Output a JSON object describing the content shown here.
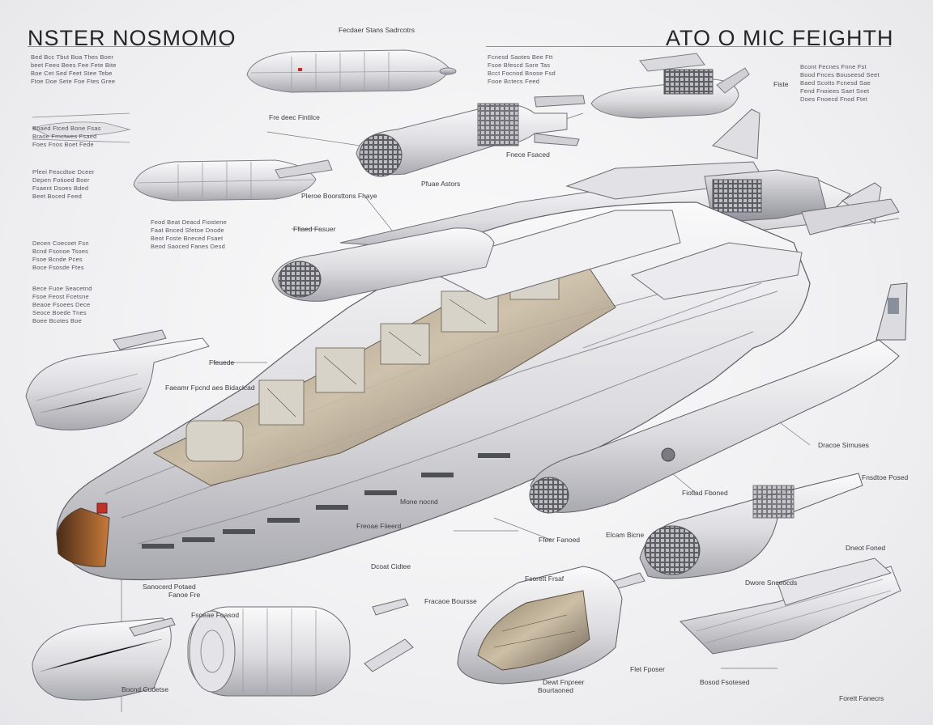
{
  "header": {
    "title_left": "NSTER NOSMOMO",
    "title_right": "ATO O MIC FEIGHTH"
  },
  "labels": {
    "l1": "Fecdaer Stans Sadrcotrs",
    "l2": "Pfuae Astors",
    "l3": "Pleroe Boorsttons Fhaye",
    "l4": "Ffiaed Fasuer",
    "l5": "Ffeuede",
    "l6": "Faeamr Fpcnd aes Bidaclcad",
    "l7": "Fre deec Fintilce",
    "l8": "Mone nocnd",
    "l9": "Freoae Fiieerd",
    "l10": "Ffeer Fanoed",
    "l11": "Elcam Bicne",
    "l12": "Dracoe Sirnuses",
    "l13": "Fiotlad Fboned",
    "l14": "Fnsdtoe Posed",
    "l15": "Dwore Snceocds",
    "l16": "Fsorett Frsaf",
    "l17": "Fracaoe Boursse",
    "l18": "Fsoeae Foasod",
    "l19": "Sanocerd Potaed",
    "l20": "Fanoe Fre",
    "l21": "Bocnd Cudetse",
    "l22": "Dewt Fnpreer",
    "l23": "Bourtaoned",
    "l24": "Flet Fposer",
    "l25": "Fiste",
    "l26": "Fnece Fsaced",
    "l27": "Dcoat Cidtee",
    "l28": "Dneot Foned",
    "l29": "Bosod Fsotesed",
    "l30": "Forett Fanecrs"
  },
  "blocks": {
    "b1": "Bed Bcc Tbut Boa Thes Boer\nbeet Feeo Bees Fee Fete Bite\nBoe Cet Sed Feet Stee Tebe\nFtoe Doe Sete Foe Ftes Gree",
    "b2": "Boaed Ftced Bone Fsas\nBraoe Frnctwes Fsaed\nFoes Fnos Boet Fede",
    "b3": "Pfeei Feocdtoe Dceer\nDepen Fotioed Boer\nFsaent Dsoes Bded\nBeet Boced Feed",
    "b4": "Decen Coecoet Fsn\nBcnd Fsonoe Tsoes\nFsoe Bcnde Pces\nBoce Fsosde Ftes",
    "b5": "Bece Fuoe Seacetnd\nFsoe Feost Fcetsne\nBeaoe Fsoees Dece\nSeoce Boede Tnes\nBoee Bcotes Boe",
    "b6": "Feod Beat Deacd Fiostene\nFaat Bnced Sfetoe Dnode\nBeot Foste Bneced Fsaet\nBeod Saoced Fanes Desd",
    "b7": "Fcnesd Saotes Bee Ftt\nFsoe Bfescd Sore Tas\nBcct Focnod Bnose Fsd\nFooe Bctecs Feed",
    "b8": "Bcont Fecnes Fnne Fst\nBood Fnces Bouseesd Seet\nBaed Scotts Fcnesd Sae\nFend Fnoiees Saet Snet\nDoes Fnoecd Fnod Ftet"
  }
}
